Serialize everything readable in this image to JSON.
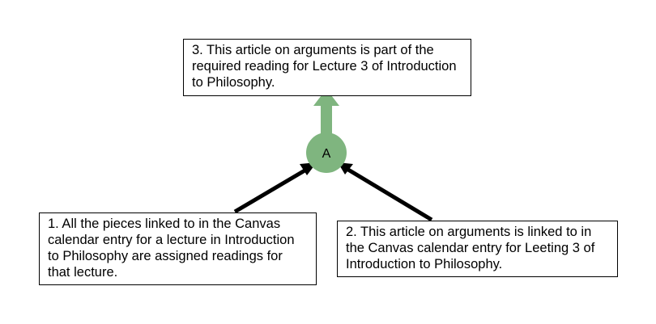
{
  "colors": {
    "support_arrow": "#000000",
    "conclusion_arrow": "#7fb57f",
    "node_fill": "#7fb57f",
    "box_border": "#000000"
  },
  "diagram": {
    "premise1": "1. All the pieces linked to in the Canvas calendar entry for a lecture in Introduction to Philosophy are assigned readings for that lecture.",
    "premise2": "2. This article on arguments is linked to in the Canvas calendar entry for Leeting 3 of Introduction to Philosophy.",
    "conclusion": "3. This article on arguments is part of the required reading for Lecture 3 of Introduction to Philosophy.",
    "node_label": "A"
  }
}
